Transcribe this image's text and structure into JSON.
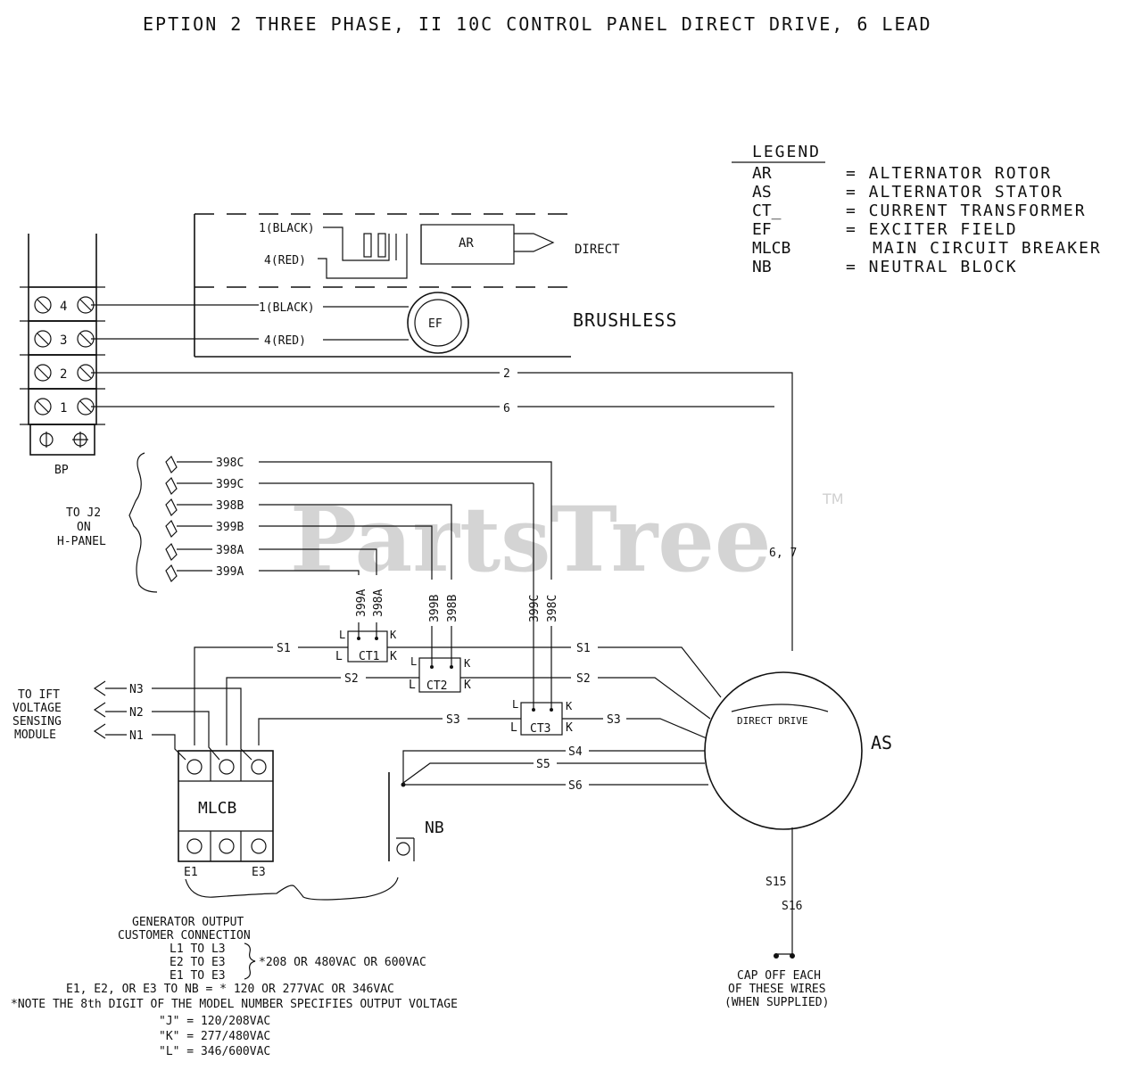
{
  "title": "EPTION 2    THREE PHASE, II 10C CONTROL PANEL DIRECT DRIVE, 6 LEAD",
  "watermark": "PartsTree",
  "watermark_tm": "TM",
  "legend": {
    "heading": "LEGEND",
    "entries": [
      {
        "abbr": "AR",
        "desc": "= ALTERNATOR ROTOR"
      },
      {
        "abbr": "AS",
        "desc": "= ALTERNATOR STATOR"
      },
      {
        "abbr": "CT_",
        "desc": "= CURRENT TRANSFORMER"
      },
      {
        "abbr": "EF",
        "desc": "= EXCITER FIELD"
      },
      {
        "abbr": "MLCB",
        "desc": "MAIN CIRCUIT BREAKER"
      },
      {
        "abbr": "NB",
        "desc": "= NEUTRAL BLOCK"
      }
    ]
  },
  "terminal_block": {
    "label": "BP",
    "terminals": [
      "4",
      "3",
      "2",
      "1"
    ]
  },
  "rotor": {
    "wire_black": "1(BLACK)",
    "wire_red": "4(RED)",
    "label": "AR",
    "type_label": "DIRECT"
  },
  "brushless": {
    "wire_black": "1(BLACK)",
    "wire_red": "4(RED)",
    "label": "EF",
    "type_label": "BRUSHLESS"
  },
  "wires": {
    "w2": "2",
    "w6": "6",
    "w67": "6, 7"
  },
  "j2": {
    "label": [
      "TO J2",
      "ON",
      "H-PANEL"
    ],
    "leads": [
      "398C",
      "399C",
      "398B",
      "399B",
      "398A",
      "399A"
    ]
  },
  "ct_leads": [
    "399A",
    "398A",
    "399B",
    "398B",
    "399C",
    "398C"
  ],
  "cts": {
    "ct1": "CT1",
    "ct2": "CT2",
    "ct3": "CT3",
    "l": "L",
    "k": "K"
  },
  "stator_leads": [
    "S1",
    "S2",
    "S3",
    "S4",
    "S5",
    "S6"
  ],
  "stator": {
    "label": "AS",
    "inner": "DIRECT DRIVE",
    "s15": "S15",
    "s16": "S16",
    "cap_note": [
      "CAP OFF EACH",
      "OF THESE WIRES",
      "(WHEN SUPPLIED)"
    ]
  },
  "sensing": {
    "label": [
      "TO IFT",
      "VOLTAGE",
      "SENSING",
      "MODULE"
    ],
    "leads": [
      "N3",
      "N2",
      "N1"
    ]
  },
  "breaker": {
    "label": "MLCB",
    "e1": "E1",
    "e3": "E3"
  },
  "nb_label": "NB",
  "notes": {
    "heading": [
      "GENERATOR OUTPUT",
      "CUSTOMER CONNECTION"
    ],
    "conn1": "L1 TO L3",
    "conn2": "E2 TO E3",
    "conn3": "E1 TO E3",
    "voltage": "*208 OR 480VAC OR 600VAC",
    "nb_note": "E1, E2, OR E3 TO NB = * 120 OR 277VAC OR 346VAC",
    "model_note": "*NOTE THE 8th DIGIT OF THE MODEL NUMBER SPECIFIES OUTPUT VOLTAGE",
    "codes": [
      "\"J\" = 120/208VAC",
      "\"K\" = 277/480VAC",
      "\"L\" = 346/600VAC"
    ]
  }
}
